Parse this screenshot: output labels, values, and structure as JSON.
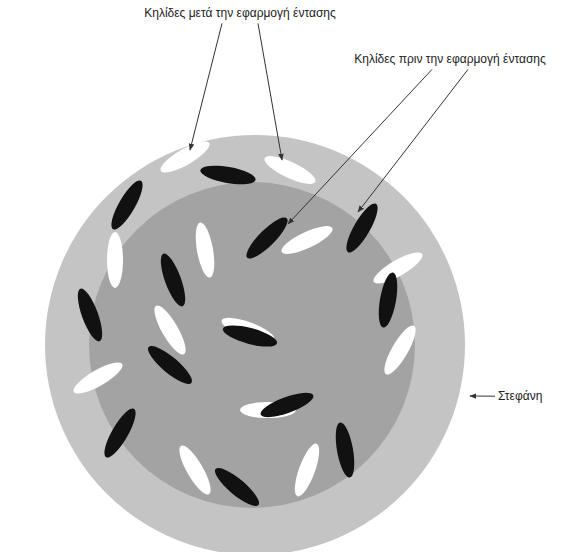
{
  "diagram": {
    "labels": [
      "Κηλίδες μετά την εφαρμογή έντασης",
      "Κηλίδες πριν την εφαρμογή έντασης",
      "Στεφάνη"
    ]
  }
}
